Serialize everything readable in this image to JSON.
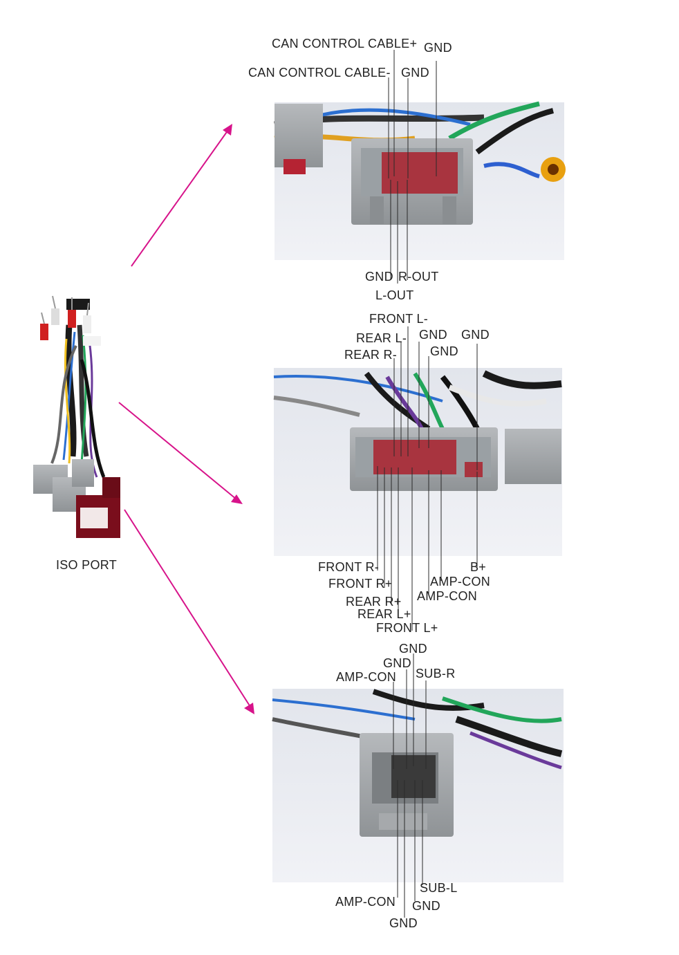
{
  "iso_port": {
    "label": "ISO PORT"
  },
  "connector_1": {
    "top_labels": [
      "CAN CONTROL CABLE+",
      "GND",
      "CAN CONTROL CABLE-",
      "GND"
    ],
    "bottom_labels": [
      "GND",
      "R-OUT",
      "L-OUT"
    ]
  },
  "connector_2": {
    "top_labels": [
      "FRONT L-",
      "REAR L-",
      "GND",
      "GND",
      "REAR R-",
      "GND"
    ],
    "bottom_labels": [
      "FRONT R-",
      "B+",
      "AMP-CON",
      "FRONT R+",
      "AMP-CON",
      "REAR R+",
      "REAR L+",
      "FRONT L+"
    ]
  },
  "connector_3": {
    "top_labels": [
      "GND",
      "GND",
      "SUB-R",
      "AMP-CON"
    ],
    "bottom_labels": [
      "SUB-L",
      "AMP-CON",
      "GND",
      "GND"
    ]
  },
  "colors": {
    "arrow": "#d7138a",
    "connector_gray": "#a6a9ac",
    "pin_red": "#b23a4a",
    "photo_bg": "#eceef3"
  }
}
